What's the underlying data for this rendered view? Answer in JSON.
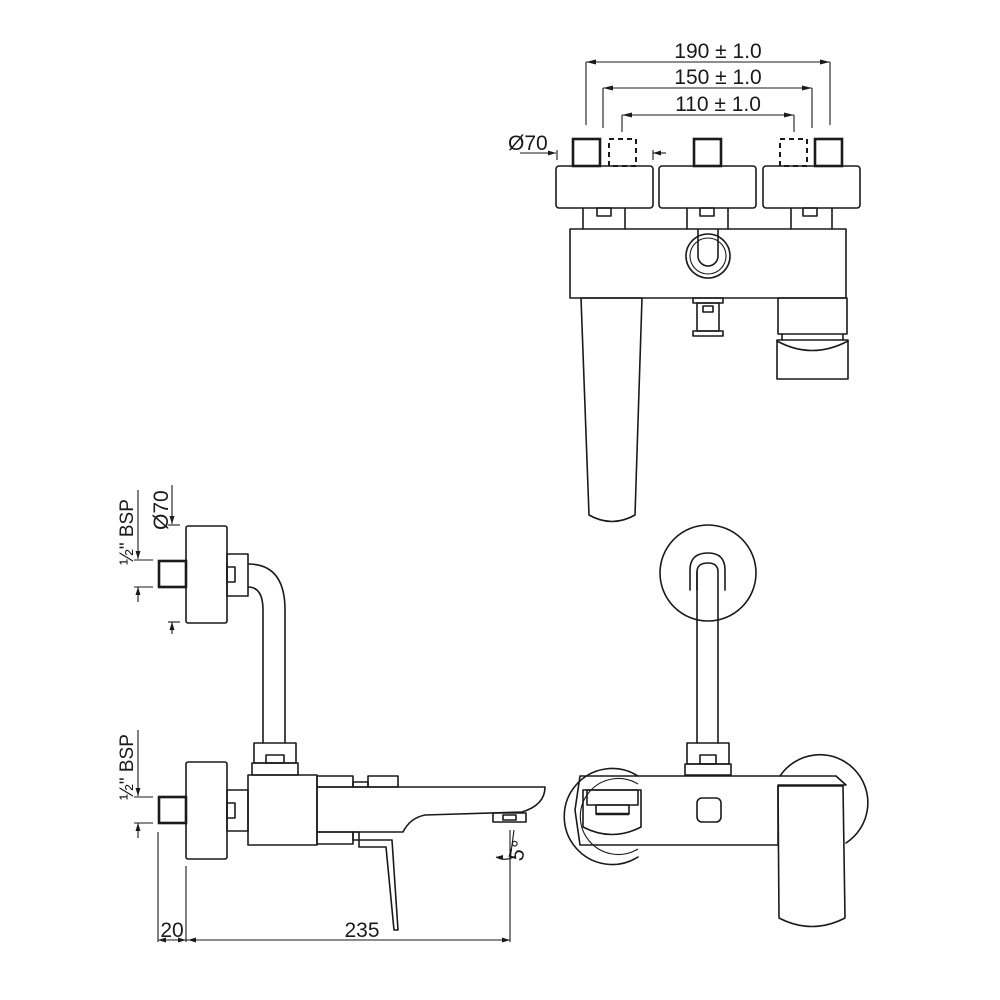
{
  "drawing": {
    "title": "Wall-mounted single lever bath mixer - technical drawing",
    "views": [
      "top-view",
      "side-view",
      "front-view"
    ],
    "dimensions": {
      "centers_190": "190 ± 1.0",
      "centers_150": "150 ± 1.0",
      "centers_110": "110 ± 1.0",
      "flange_diameter_top": "Ø70",
      "flange_diameter_side": "Ø70",
      "thread_upper": "½\" BSP",
      "thread_lower": "½\" BSP",
      "projection_20": "20",
      "projection_235": "235",
      "spout_angle": "5°"
    },
    "colors": {
      "line": "#1a1a1a",
      "background": "#ffffff"
    }
  }
}
